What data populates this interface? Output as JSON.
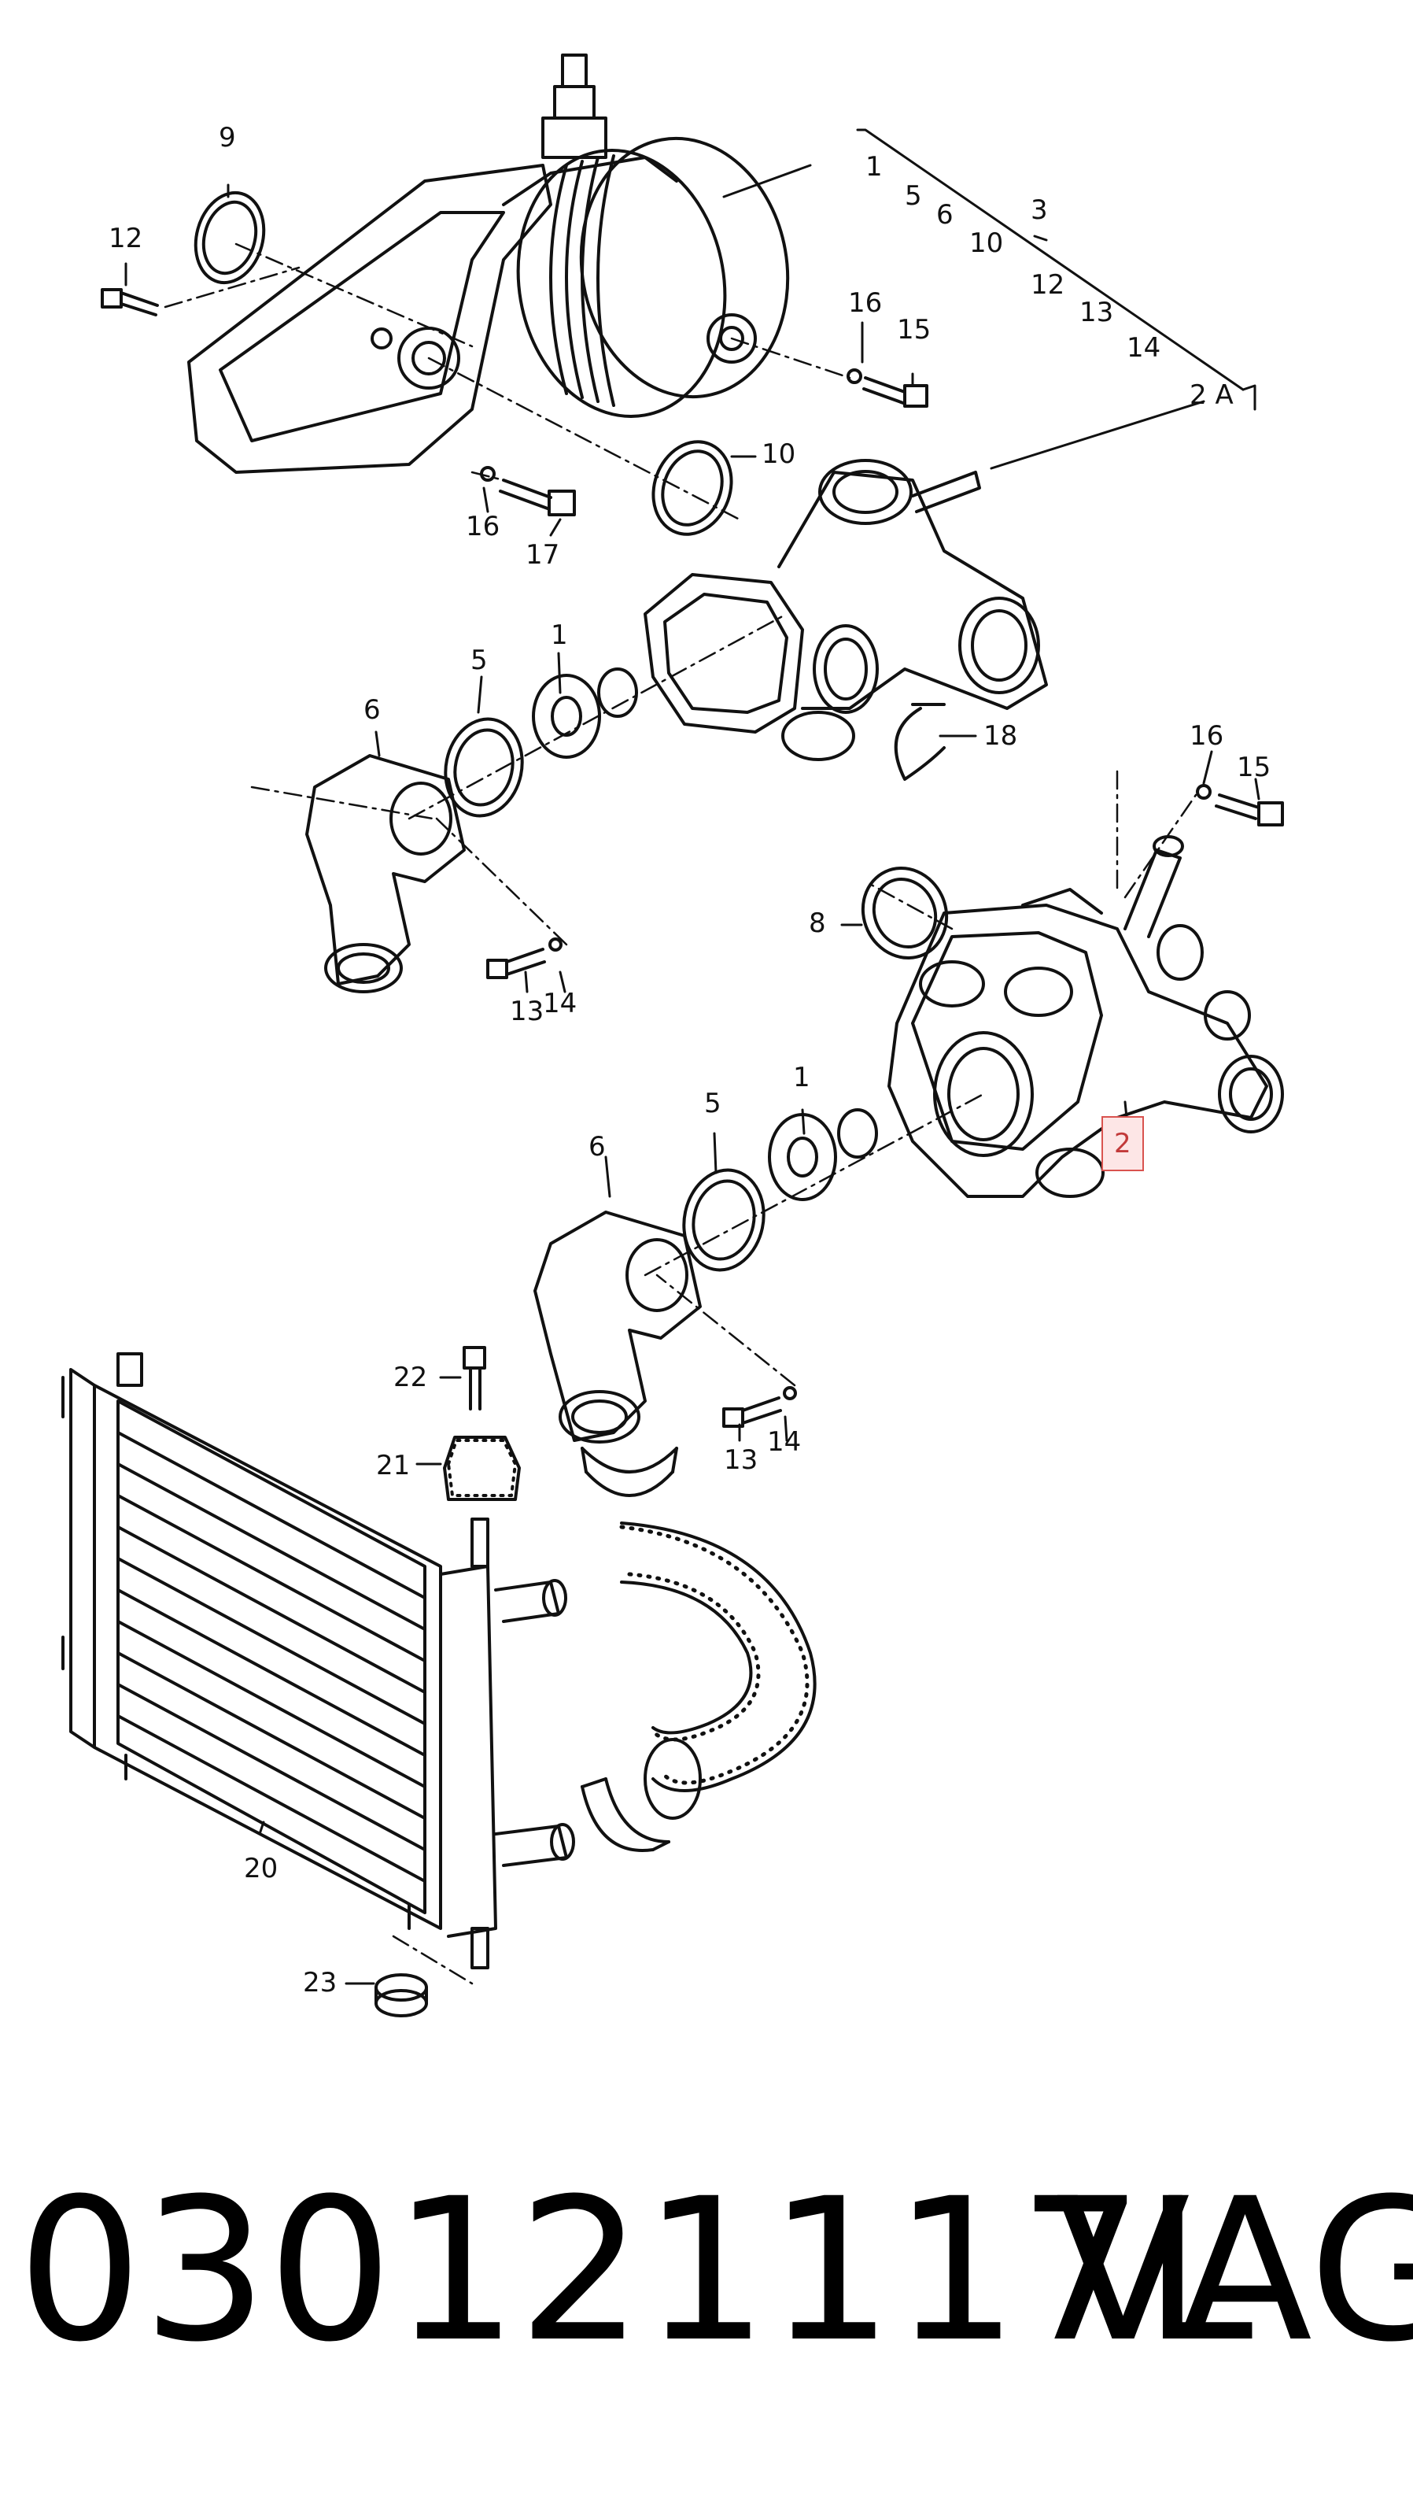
{
  "diagram": {
    "callouts": [
      {
        "id": "c-1a",
        "text": "1"
      },
      {
        "id": "c-5a",
        "text": "5"
      },
      {
        "id": "c-6a",
        "text": "6"
      },
      {
        "id": "c-3",
        "text": "3"
      },
      {
        "id": "c-10a",
        "text": "10"
      },
      {
        "id": "c-12a",
        "text": "12"
      },
      {
        "id": "c-13a",
        "text": "13"
      },
      {
        "id": "c-14a",
        "text": "14"
      },
      {
        "id": "c-2A",
        "text": "2 A"
      },
      {
        "id": "c-9",
        "text": "9"
      },
      {
        "id": "c-12b",
        "text": "12"
      },
      {
        "id": "c-16a",
        "text": "16"
      },
      {
        "id": "c-15a",
        "text": "15"
      },
      {
        "id": "c-10b",
        "text": "10"
      },
      {
        "id": "c-16b",
        "text": "16"
      },
      {
        "id": "c-17",
        "text": "17"
      },
      {
        "id": "c-1b",
        "text": "1"
      },
      {
        "id": "c-5b",
        "text": "5"
      },
      {
        "id": "c-6b",
        "text": "6"
      },
      {
        "id": "c-18",
        "text": "18"
      },
      {
        "id": "c-16c",
        "text": "16"
      },
      {
        "id": "c-15b",
        "text": "15"
      },
      {
        "id": "c-8",
        "text": "8"
      },
      {
        "id": "c-13b",
        "text": "13"
      },
      {
        "id": "c-14b",
        "text": "14"
      },
      {
        "id": "c-1c",
        "text": "1"
      },
      {
        "id": "c-5c",
        "text": "5"
      },
      {
        "id": "c-6c",
        "text": "6"
      },
      {
        "id": "c-2",
        "text": "2"
      },
      {
        "id": "c-22",
        "text": "22"
      },
      {
        "id": "c-21",
        "text": "21"
      },
      {
        "id": "c-13c",
        "text": "13"
      },
      {
        "id": "c-14c",
        "text": "14"
      },
      {
        "id": "c-20",
        "text": "20"
      },
      {
        "id": "c-23",
        "text": "23"
      }
    ]
  },
  "footer": {
    "part_number": "030121117L",
    "brand": "VAG"
  },
  "colors": {
    "line": "#111111",
    "highlight_border": "#d9534f",
    "highlight_fill": "#fde6e6"
  }
}
